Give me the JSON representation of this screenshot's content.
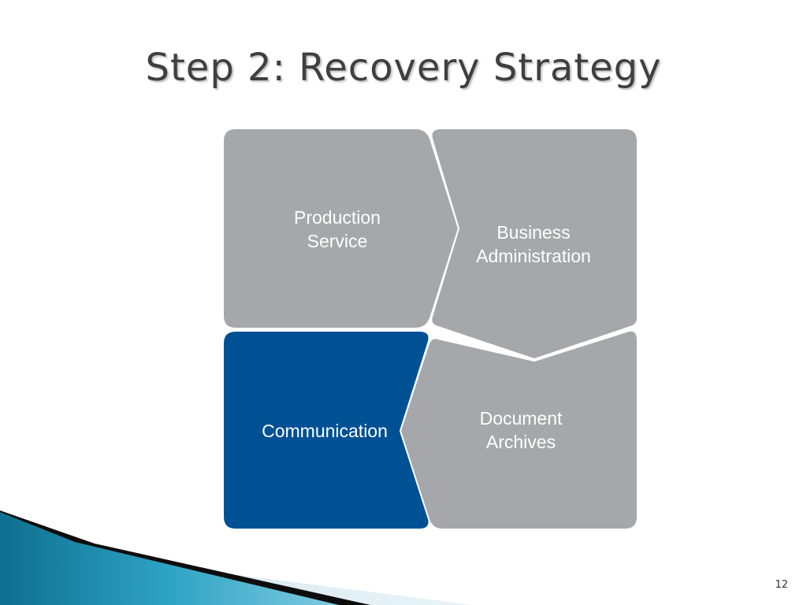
{
  "slide": {
    "title": "Step 2: Recovery Strategy",
    "page_number": "12"
  },
  "diagram": {
    "cells": [
      {
        "id": "production-service",
        "lines": [
          "Production",
          "Service"
        ],
        "color": "#a6a7aa"
      },
      {
        "id": "business-administration",
        "lines": [
          "Business",
          "Administration"
        ],
        "color": "#a6a7aa"
      },
      {
        "id": "communication",
        "lines": [
          "Communication"
        ],
        "color": "#005094"
      },
      {
        "id": "document-archives",
        "lines": [
          "Document",
          "Archives"
        ],
        "color": "#a6a7aa"
      }
    ]
  },
  "colors": {
    "gray": "#a6a7aa",
    "blue": "#005094",
    "title": "#3f3f3f",
    "accent_teal": "#1d8fb0"
  }
}
